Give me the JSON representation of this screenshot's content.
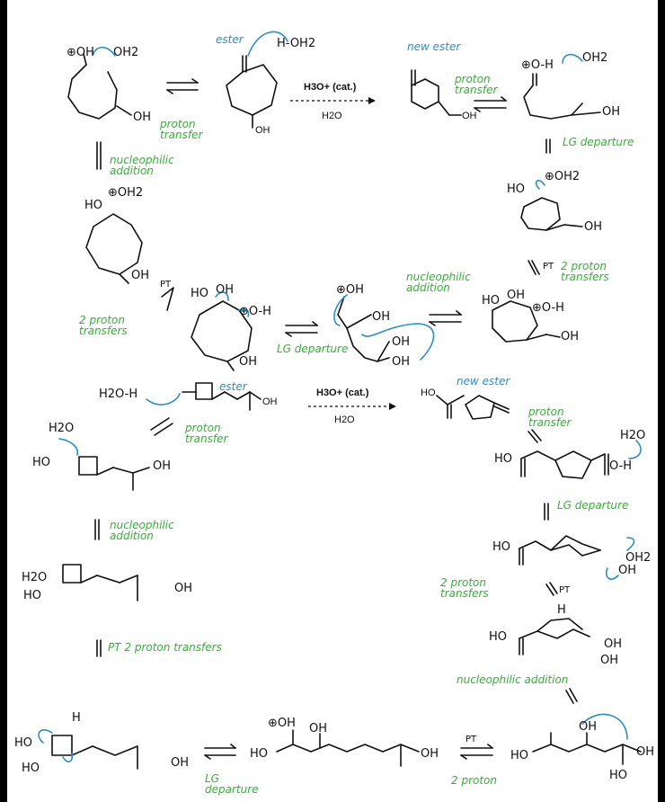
{
  "r1": {
    "ester": "ester",
    "new_ester": "new ester",
    "reagent": "H3O+ (cat.)",
    "solvent": "H2O",
    "oh_sm": "OH",
    "oh_prod": "OH",
    "proton_transfer_a": "proton transfer",
    "proton_transfer_b": "proton transfer",
    "nuc_add_a": "nucleophilic addition",
    "lg_depart_a": "LG departure",
    "two_pt_a": "2 proton transfers",
    "pt_a": "PT",
    "two_pt_b": "2 proton transfers",
    "pt_b": "PT",
    "nuc_add_b": "nucleophilic addition",
    "lg_depart_b": "LG departure"
  },
  "r1_labels": {
    "i1_oh": "⊕OH",
    "i1_oh2": "OH2",
    "i1_oh_ring": "OH",
    "h_oh2": "H-OH2",
    "i2_ho": "HO",
    "i2_oh2": "⊕OH2",
    "i2_oh": "OH",
    "i3_ho": "HO",
    "i3_oh": "OH",
    "i3_h": "⊕O-H",
    "i3_oh_b": "OH",
    "i4_oh": "⊕OH",
    "i4_oh_a": "OH",
    "i4_oh_b": "OH",
    "i4_oh_c": "OH",
    "i5_ho": "HO",
    "i5_oh": "OH",
    "i5_h": "⊕O-H",
    "i5_oh_tail": "OH",
    "i6_ho": "HO",
    "i6_oh2": "⊕OH2",
    "i6_oh": "OH",
    "i7_oh": "⊕O-H",
    "i7_oh2": "OH2",
    "i7_oh_tail": "OH"
  },
  "r2": {
    "ester": "ester",
    "new_ester": "new ester",
    "reagent": "H3O+ (cat.)",
    "solvent": "H2O",
    "h2o_h": "H2O-H",
    "sm_oh": "OH",
    "prod_ho": "HO",
    "proton_transfer_a": "proton transfer",
    "proton_transfer_b": "proton transfer",
    "nuc_add_a": "nucleophilic addition",
    "pt_two_a": "PT 2 proton transfers",
    "lg_depart_a": "LG departure",
    "lg_depart_b": "LG departure",
    "two_pt_b": "2 proton transfers",
    "pt_b": "PT",
    "nuc_add_b": "nucleophilic addition",
    "pt_c": "PT",
    "two_pt_c": "2 proton"
  },
  "r2_labels": {
    "j1_h2o": "H2O",
    "j1_ho": "HO",
    "j1_oh": "OH",
    "j2_h2o": "H2O",
    "j2_ho": "HO",
    "j2_oh": "OH",
    "j3_h": "H",
    "j3_ho": "HO",
    "j3_ho_b": "HO",
    "j3_oh": "OH",
    "j4_oh": "⊕OH",
    "j4_oh_b": "OH",
    "j4_ho": "HO",
    "j4_oh_c": "OH",
    "k1_ho": "HO",
    "k1_h2o": "H2O",
    "k1_oh": "O-H",
    "k2_ho": "HO",
    "k2_oh2": "OH2",
    "k2_oh": "OH",
    "k3_h": "H",
    "k3_ho": "HO",
    "k3_oh": "OH",
    "k3_oh_b": "OH",
    "k4_ho": "HO",
    "k4_oh": "OH",
    "k4_oh_b": "OH",
    "k4_ho_b": "HO"
  }
}
